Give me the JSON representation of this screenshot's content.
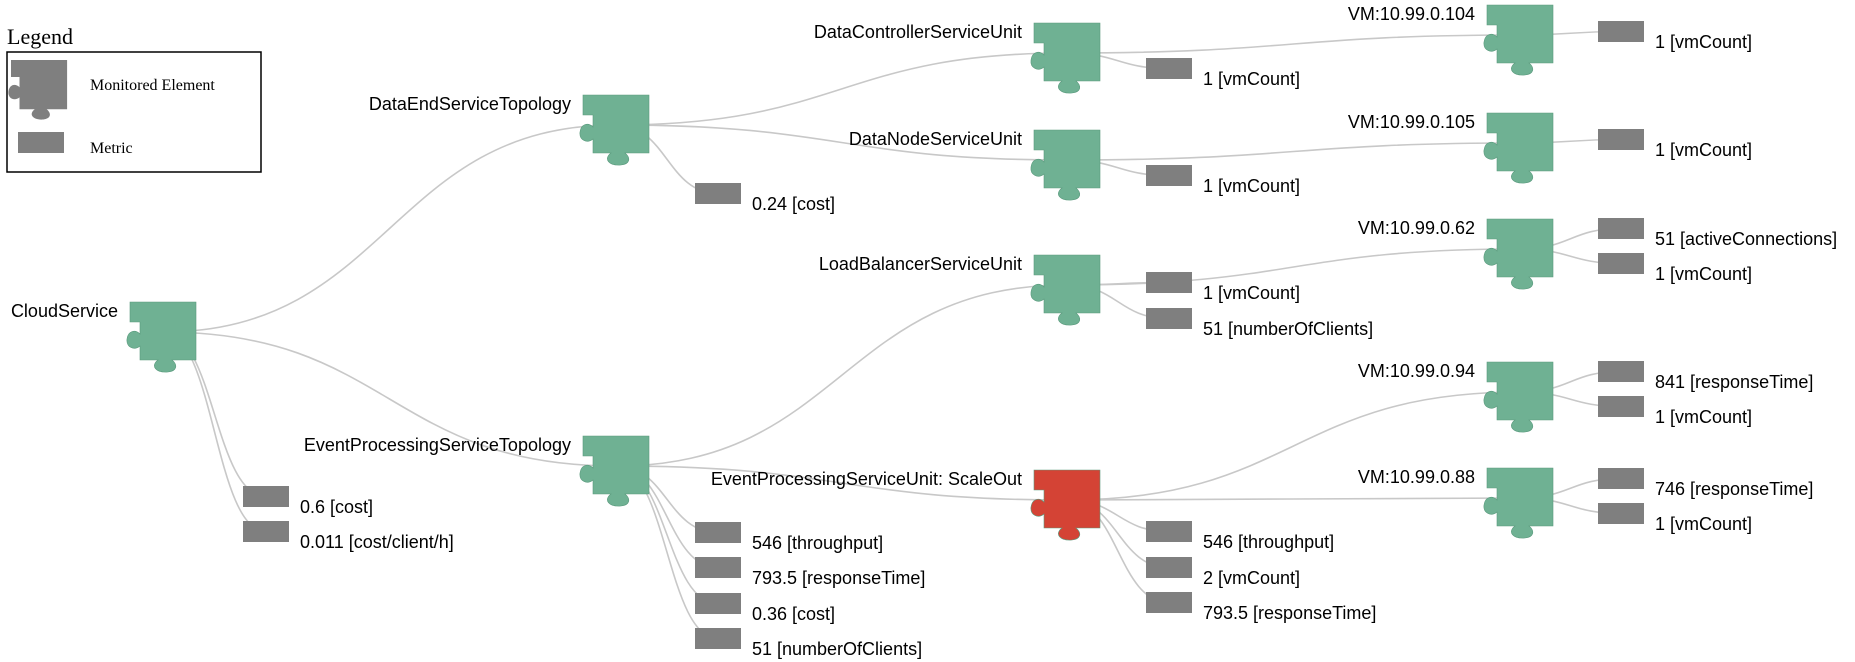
{
  "legend": {
    "title": "Legend",
    "element_label": "Monitored Element",
    "metric_label": "Metric"
  },
  "colors": {
    "monitored_element": "#6fb193",
    "scale_out_element": "#d44335",
    "metric": "#7f7f7f",
    "edge": "#c8c8c8"
  },
  "nodes": [
    {
      "id": "cloud",
      "label": "CloudService",
      "state": "normal"
    },
    {
      "id": "dataend",
      "label": "DataEndServiceTopology",
      "state": "normal"
    },
    {
      "id": "eventproc",
      "label": "EventProcessingServiceTopology",
      "state": "normal"
    },
    {
      "id": "datactrl",
      "label": "DataControllerServiceUnit",
      "state": "normal"
    },
    {
      "id": "datanode",
      "label": "DataNodeServiceUnit",
      "state": "normal"
    },
    {
      "id": "lb",
      "label": "LoadBalancerServiceUnit",
      "state": "normal"
    },
    {
      "id": "epsu",
      "label": "EventProcessingServiceUnit: ScaleOut",
      "state": "scale-out"
    },
    {
      "id": "vm104",
      "label": "VM:10.99.0.104",
      "state": "normal"
    },
    {
      "id": "vm105",
      "label": "VM:10.99.0.105",
      "state": "normal"
    },
    {
      "id": "vm62",
      "label": "VM:10.99.0.62",
      "state": "normal"
    },
    {
      "id": "vm94",
      "label": "VM:10.99.0.94",
      "state": "normal"
    },
    {
      "id": "vm88",
      "label": "VM:10.99.0.88",
      "state": "normal"
    }
  ],
  "metrics": [
    {
      "id": "m_cloud_cost",
      "label": "0.6 [cost]"
    },
    {
      "id": "m_cloud_cch",
      "label": "0.011 [cost/client/h]"
    },
    {
      "id": "m_de_cost",
      "label": "0.24 [cost]"
    },
    {
      "id": "m_ep_tp",
      "label": "546 [throughput]"
    },
    {
      "id": "m_ep_rt",
      "label": "793.5 [responseTime]"
    },
    {
      "id": "m_ep_cost",
      "label": "0.36 [cost]"
    },
    {
      "id": "m_ep_noc",
      "label": "51 [numberOfClients]"
    },
    {
      "id": "m_dc_vm",
      "label": "1 [vmCount]"
    },
    {
      "id": "m_dn_vm",
      "label": "1 [vmCount]"
    },
    {
      "id": "m_lb_vm",
      "label": "1 [vmCount]"
    },
    {
      "id": "m_lb_noc",
      "label": "51 [numberOfClients]"
    },
    {
      "id": "m_su_tp",
      "label": "546 [throughput]"
    },
    {
      "id": "m_su_vm",
      "label": "2 [vmCount]"
    },
    {
      "id": "m_su_rt",
      "label": "793.5 [responseTime]"
    },
    {
      "id": "m_vm104_vm",
      "label": "1 [vmCount]"
    },
    {
      "id": "m_vm105_vm",
      "label": "1 [vmCount]"
    },
    {
      "id": "m_vm62_ac",
      "label": "51 [activeConnections]"
    },
    {
      "id": "m_vm62_vm",
      "label": "1 [vmCount]"
    },
    {
      "id": "m_vm94_rt",
      "label": "841 [responseTime]"
    },
    {
      "id": "m_vm94_vm",
      "label": "1 [vmCount]"
    },
    {
      "id": "m_vm88_rt",
      "label": "746 [responseTime]"
    },
    {
      "id": "m_vm88_vm",
      "label": "1 [vmCount]"
    }
  ],
  "edges": [
    [
      "cloud",
      "dataend"
    ],
    [
      "cloud",
      "eventproc"
    ],
    [
      "cloud",
      "m_cloud_cost"
    ],
    [
      "cloud",
      "m_cloud_cch"
    ],
    [
      "dataend",
      "datactrl"
    ],
    [
      "dataend",
      "datanode"
    ],
    [
      "dataend",
      "m_de_cost"
    ],
    [
      "eventproc",
      "lb"
    ],
    [
      "eventproc",
      "epsu"
    ],
    [
      "eventproc",
      "m_ep_tp"
    ],
    [
      "eventproc",
      "m_ep_rt"
    ],
    [
      "eventproc",
      "m_ep_cost"
    ],
    [
      "eventproc",
      "m_ep_noc"
    ],
    [
      "datactrl",
      "vm104"
    ],
    [
      "datactrl",
      "m_dc_vm"
    ],
    [
      "datanode",
      "vm105"
    ],
    [
      "datanode",
      "m_dn_vm"
    ],
    [
      "lb",
      "vm62"
    ],
    [
      "lb",
      "m_lb_vm"
    ],
    [
      "lb",
      "m_lb_noc"
    ],
    [
      "epsu",
      "vm94"
    ],
    [
      "epsu",
      "vm88"
    ],
    [
      "epsu",
      "m_su_tp"
    ],
    [
      "epsu",
      "m_su_vm"
    ],
    [
      "epsu",
      "m_su_rt"
    ],
    [
      "vm104",
      "m_vm104_vm"
    ],
    [
      "vm105",
      "m_vm105_vm"
    ],
    [
      "vm62",
      "m_vm62_ac"
    ],
    [
      "vm62",
      "m_vm62_vm"
    ],
    [
      "vm94",
      "m_vm94_rt"
    ],
    [
      "vm94",
      "m_vm94_vm"
    ],
    [
      "vm88",
      "m_vm88_rt"
    ],
    [
      "vm88",
      "m_vm88_vm"
    ]
  ]
}
